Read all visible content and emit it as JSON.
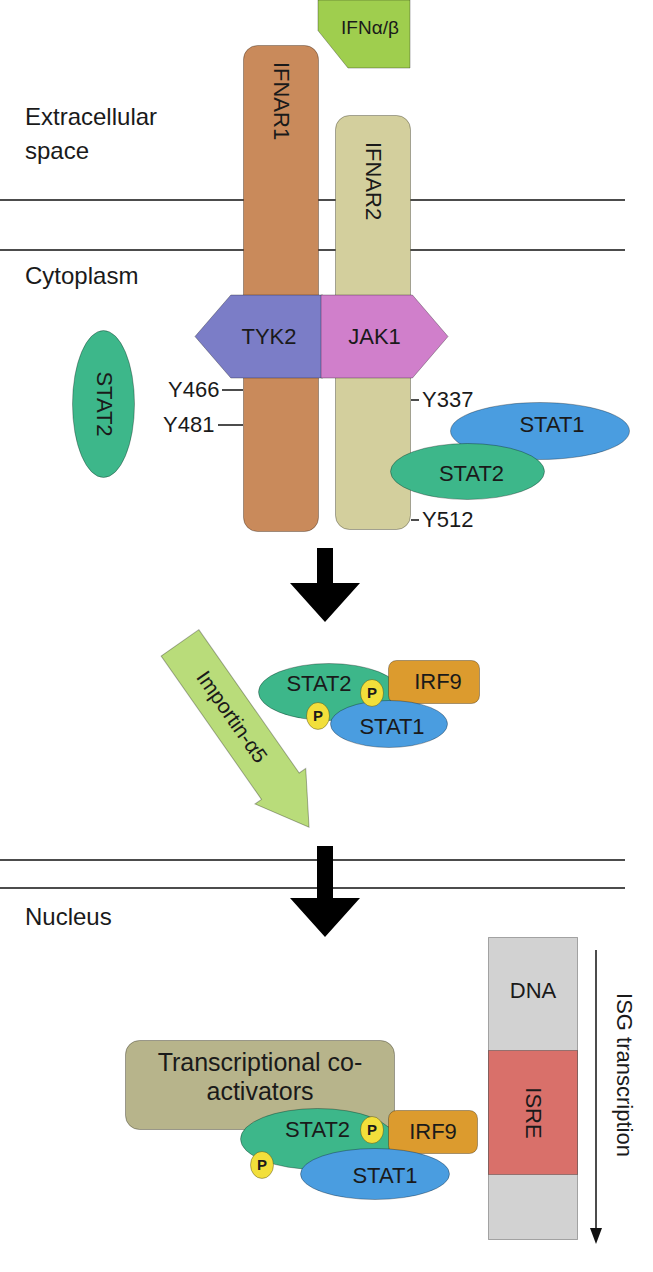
{
  "diagram": {
    "nodes": [
      {
        "text": [
          "IFNα/β"
        ]
      },
      {
        "text": [
          "IFNAR1"
        ]
      },
      {
        "text": [
          "IFNAR2"
        ]
      },
      {
        "text": [
          "TYK2"
        ]
      },
      {
        "text": [
          "JAK1"
        ]
      },
      {
        "text": [
          "STAT2"
        ]
      },
      {
        "text": [
          "STAT1"
        ]
      },
      {
        "text": [
          "STAT2"
        ]
      },
      {
        "text": [
          "Importin-α5"
        ]
      },
      {
        "text": [
          "STAT2"
        ]
      },
      {
        "text": [
          "IRF9"
        ]
      },
      {
        "text": [
          "STAT1"
        ]
      },
      {
        "text": [
          "P"
        ]
      },
      {
        "text": [
          "P"
        ]
      },
      {
        "text": [
          "Transcriptional co-activators"
        ]
      },
      {
        "text": [
          "DNA"
        ]
      },
      {
        "text": [
          "ISRE"
        ],
        "in": 15
      },
      {
        "text": [
          "STAT2"
        ]
      },
      {
        "text": [
          "IRF9"
        ]
      },
      {
        "text": [
          "STAT1"
        ]
      },
      {
        "text": [
          "P"
        ]
      },
      {
        "text": [
          "P"
        ]
      }
    ],
    "labels": [
      "Extracellular space",
      "Cytoplasm",
      "Y466",
      "Y481",
      "Y337",
      "Y512",
      "Nucleus",
      "ISG transcription"
    ]
  }
}
